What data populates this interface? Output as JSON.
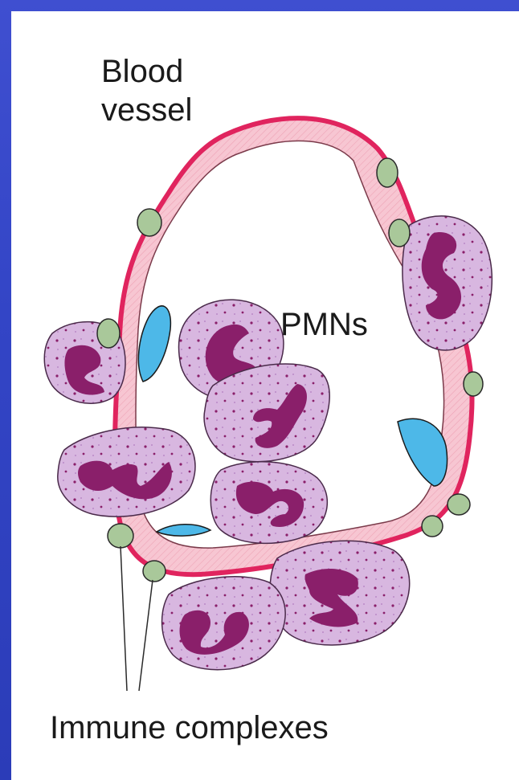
{
  "labels": {
    "blood_line1": "Blood",
    "blood_line2": "vessel",
    "pmns": "PMNs",
    "immune_complexes": "Immune complexes"
  },
  "colors": {
    "background": "#3a4ac8",
    "vessel_outline": "#e0245e",
    "vessel_wall": "#f7c6d2",
    "endothelial_nucleus": "#4db8e8",
    "pmn_cytoplasm": "#d8b7e0",
    "pmn_nucleus": "#8a1f6a",
    "immune_complex": "#a9c89a"
  },
  "icons": {
    "vessel": "blood-vessel-icon",
    "pmn": "neutrophil-icon",
    "immune_complex": "immune-complex-icon"
  }
}
